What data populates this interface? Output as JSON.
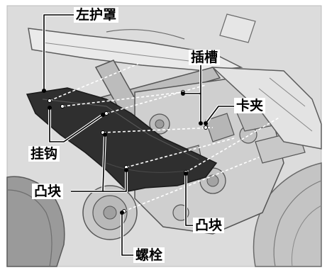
{
  "labels": {
    "left_cover": "左护罩",
    "slot": "插槽",
    "clip": "卡夹",
    "hook": "挂钩",
    "boss_left": "凸块",
    "boss_right": "凸块",
    "bolt": "螺栓"
  }
}
